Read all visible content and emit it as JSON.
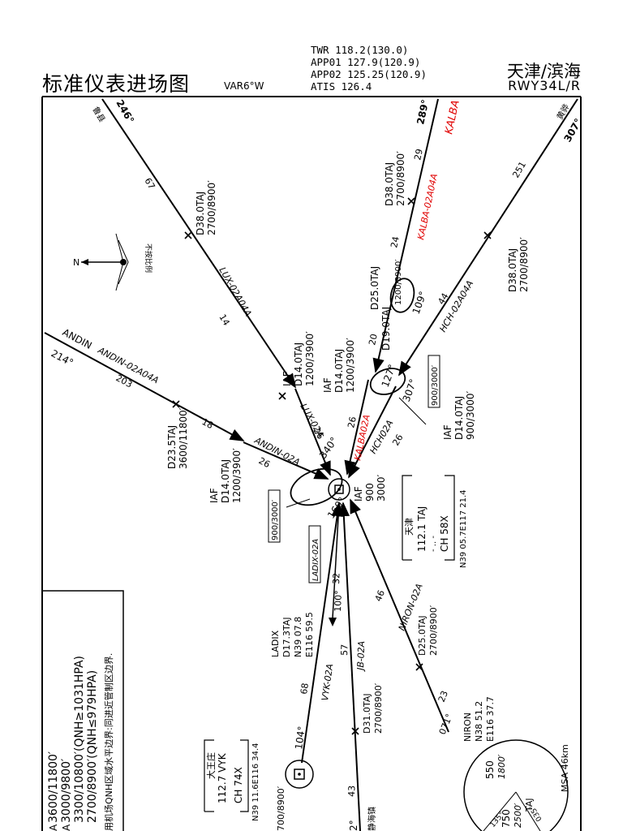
{
  "header": {
    "title": "标准仪表进场图",
    "variation": "VAR6°W",
    "frequencies": [
      "TWR  118.2(130.0)",
      "APP01 127.9(120.9)",
      "APP02  125.25(120.9)",
      "ATIS  126.4"
    ],
    "airport": "天津/滨海",
    "runway": "RWY34L/R"
  },
  "routes": {
    "andin": {
      "name": "ANDIN",
      "route": "ANDIN-02A04A",
      "brg": "214°",
      "dist1": "203",
      "dist2": "18",
      "fix": "D23.5TAJ",
      "alt": "3600/11800′",
      "leg": "ANDIN-02A",
      "leg_dist": "26"
    },
    "lux": {
      "name": "鲁县",
      "route": "LUX-02A04A",
      "brg": "246°",
      "dist1": "67",
      "dist2": "14",
      "fix": "D38.0TAJ",
      "alt": "2700/8900′",
      "leg": "LUX-02A",
      "leg_dist": "26"
    },
    "kalba": {
      "name": "KALBA",
      "route": "KALBA-02A04A",
      "brg": "289°",
      "dist1": "29",
      "dist2": "24",
      "dist3": "20",
      "fix": "D38.0TAJ",
      "alt": "2700/8900′",
      "leg": "KALBA02A",
      "leg_dist": "26"
    },
    "hch": {
      "name": "黄骅",
      "route": "HCH-02A04A",
      "brg": "307°",
      "dist1": "251",
      "dist2": "44",
      "fix": "D38.0TAJ",
      "alt": "2700/8900′",
      "leg": "HCH02A",
      "leg_dist": "26"
    },
    "niron": {
      "route": "NIRON-02A",
      "dist1": "46",
      "dist2": "23",
      "brg": "071°",
      "fix": "D25.0TAJ",
      "alt": "2700/8900′",
      "name": "NIRON",
      "lat": "N38 51.2",
      "lon": "E116 37.7"
    },
    "jb": {
      "route": "JB-02A",
      "dist1": "57",
      "dist2": "43",
      "fix": "D31.0TAJ",
      "alt": "2700/8900′",
      "brg": "2°",
      "name": "静海镇"
    },
    "vyk": {
      "route": "VYK-02A",
      "dist": "68",
      "brg": "104°",
      "alt": "700/8900′"
    },
    "ladix": {
      "route": "LADIX-02A",
      "name": "LADIX",
      "fix": "D17.3TAJ",
      "lat": "N39 07.8",
      "lon": "E116 59.5",
      "brg": "100°",
      "dist": "32"
    }
  },
  "iafs": {
    "west": {
      "iaf": "IAF",
      "fix": "D14.0TAJ",
      "alt": "1200/3900′"
    },
    "north": {
      "iaf": "IAF",
      "fix": "D14.0TAJ",
      "alt": "1200/3900′"
    },
    "nne": {
      "iaf": "IAF",
      "fix": "D14.0TAJ",
      "alt": "1200/3900′"
    },
    "east": {
      "iaf": "IAF",
      "fix": "D14.0TAJ",
      "alt": "900/3000′"
    },
    "center": {
      "iaf": "IAF",
      "alt1": "900",
      "alt2": "3000′"
    }
  },
  "holds": {
    "center": {
      "box": "900/3000′",
      "out": "340°",
      "in": "160°"
    },
    "kalba": {
      "fix": "D25.0TAJ",
      "alt": "1200/3900′",
      "fix2": "D19.0TAJ",
      "crs": "109°"
    },
    "hch": {
      "box": "900/3000′",
      "in": "127°",
      "out": "307°"
    }
  },
  "navaids": {
    "taj": {
      "name": "天津",
      "freq": "112.1 TAJ",
      "ch": "CH 58X",
      "coord": "N39 05.7E117 21.4"
    },
    "vyk": {
      "name": "大王庄",
      "freq": "112.7 VYK",
      "ch": "CH 74X",
      "coord": "N39 11.6E116 34.4"
    }
  },
  "north_arrow": {
    "label": "N",
    "note": "不按比例"
  },
  "msa": {
    "label": "MSA 46km",
    "alt1": "550",
    "alt1b": "1800′",
    "alt2": "750",
    "alt2b": "2500′",
    "brg1": "135°",
    "brg2": "035°",
    "center": "TAJ"
  },
  "notes": {
    "alt1": "3600/11800′",
    "alt2": "3000/9800′",
    "alt3": "3300/10800′(QNH≥1031HPA)",
    "alt4": "2700/8900′(QNH≤979HPA)",
    "remark": "用机场QNH区域水平边界:同进近管制区边界."
  }
}
